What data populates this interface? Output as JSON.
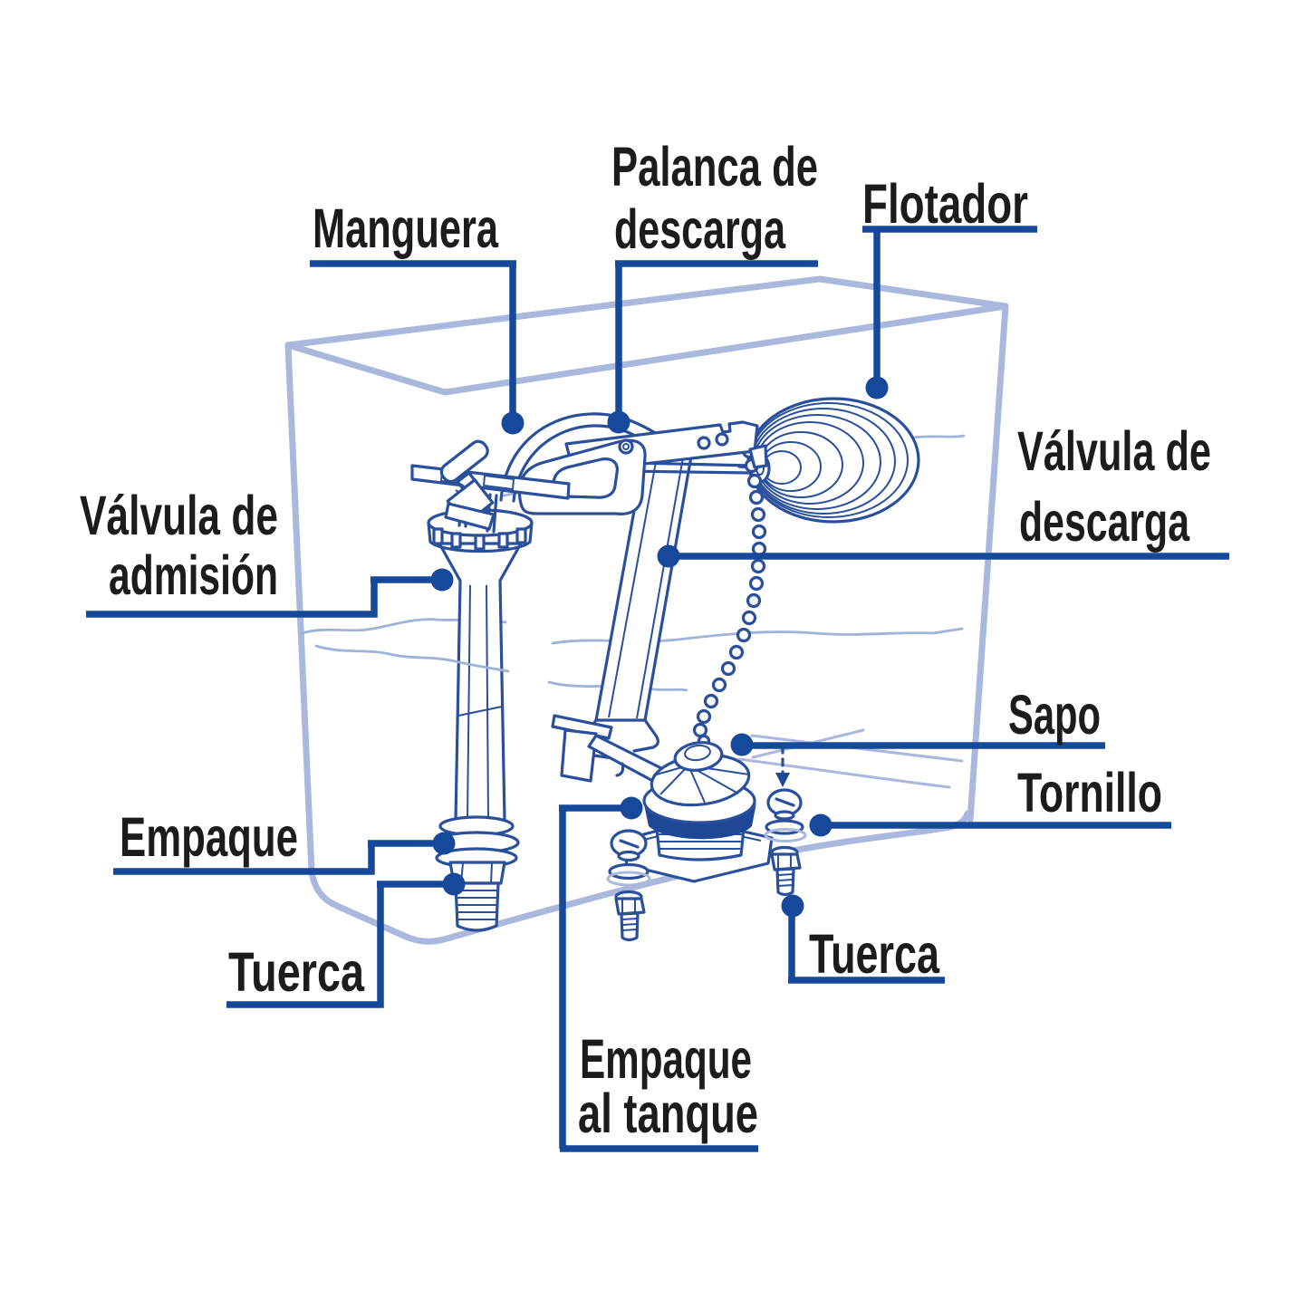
{
  "diagram": {
    "title_context": "toilet tank internal parts diagram",
    "labels": {
      "manguera": {
        "text": "Manguera"
      },
      "palanca_descarga": {
        "line1": "Palanca de",
        "line2": "descarga"
      },
      "flotador": {
        "text": "Flotador"
      },
      "valvula_admision": {
        "line1": "Válvula de",
        "line2": "admisión"
      },
      "valvula_descarga": {
        "line1": "Válvula de",
        "line2": "descarga"
      },
      "sapo": {
        "text": "Sapo"
      },
      "tornillo": {
        "text": "Tornillo"
      },
      "empaque": {
        "text": "Empaque"
      },
      "tuerca_izquierda": {
        "text": "Tuerca"
      },
      "empaque_al_tanque": {
        "line1": "Empaque",
        "line2": "al tanque"
      },
      "tuerca_derecha": {
        "text": "Tuerca"
      }
    },
    "colors": {
      "background": "#ffffff",
      "label_text": "#1c1c1c",
      "leader_line": "#17499b",
      "artwork_line": "#2a4f9c",
      "artwork_dark_fill": "#1e4796",
      "tank_outline": "#a9b8dc",
      "water_line": "#9fb3d9"
    }
  }
}
